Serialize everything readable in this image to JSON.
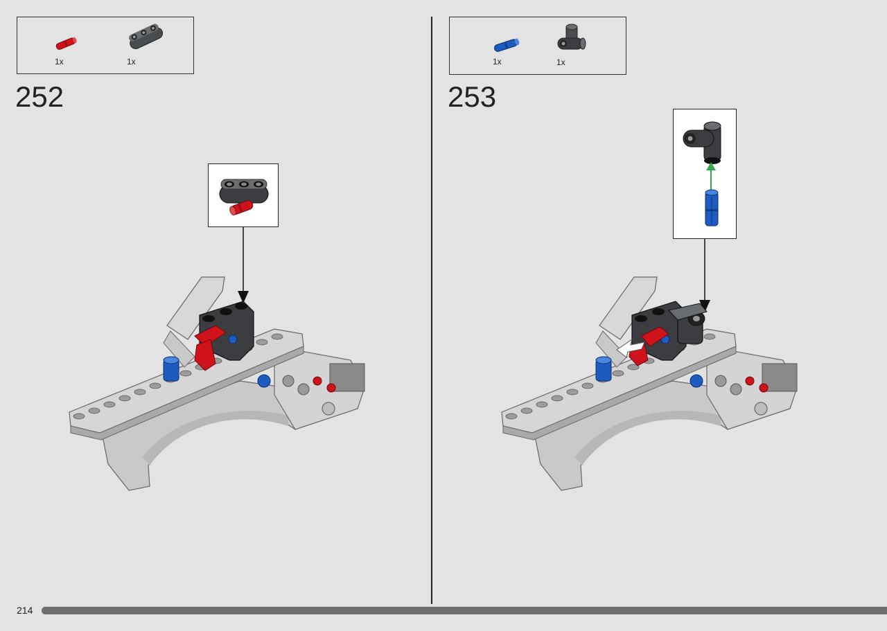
{
  "page": {
    "number": "214",
    "progress": 1.0
  },
  "steps": [
    {
      "number": "252",
      "parts": [
        {
          "icon": "red-axle-pin-icon",
          "qty": "1x",
          "color": "#d0121b"
        },
        {
          "icon": "dark-gray-beam-icon",
          "qty": "1x",
          "color": "#4a4d50"
        }
      ],
      "callout": {
        "icon": "beam-with-red-pin-icon"
      }
    },
    {
      "number": "253",
      "parts": [
        {
          "icon": "blue-axle-pin-icon",
          "qty": "1x",
          "color": "#1d5bbf"
        },
        {
          "icon": "dark-gray-angle-connector-icon",
          "qty": "1x",
          "color": "#4a4d50"
        }
      ],
      "callout": {
        "icon": "angle-connector-with-blue-pin-icon"
      }
    }
  ],
  "colors": {
    "background": "#e3e3e3",
    "light_gray": "#c9c9c9",
    "dark_gray": "#3b3d40",
    "red": "#d0121b",
    "blue": "#1d5bbf",
    "green_arrow": "#3aa850"
  }
}
